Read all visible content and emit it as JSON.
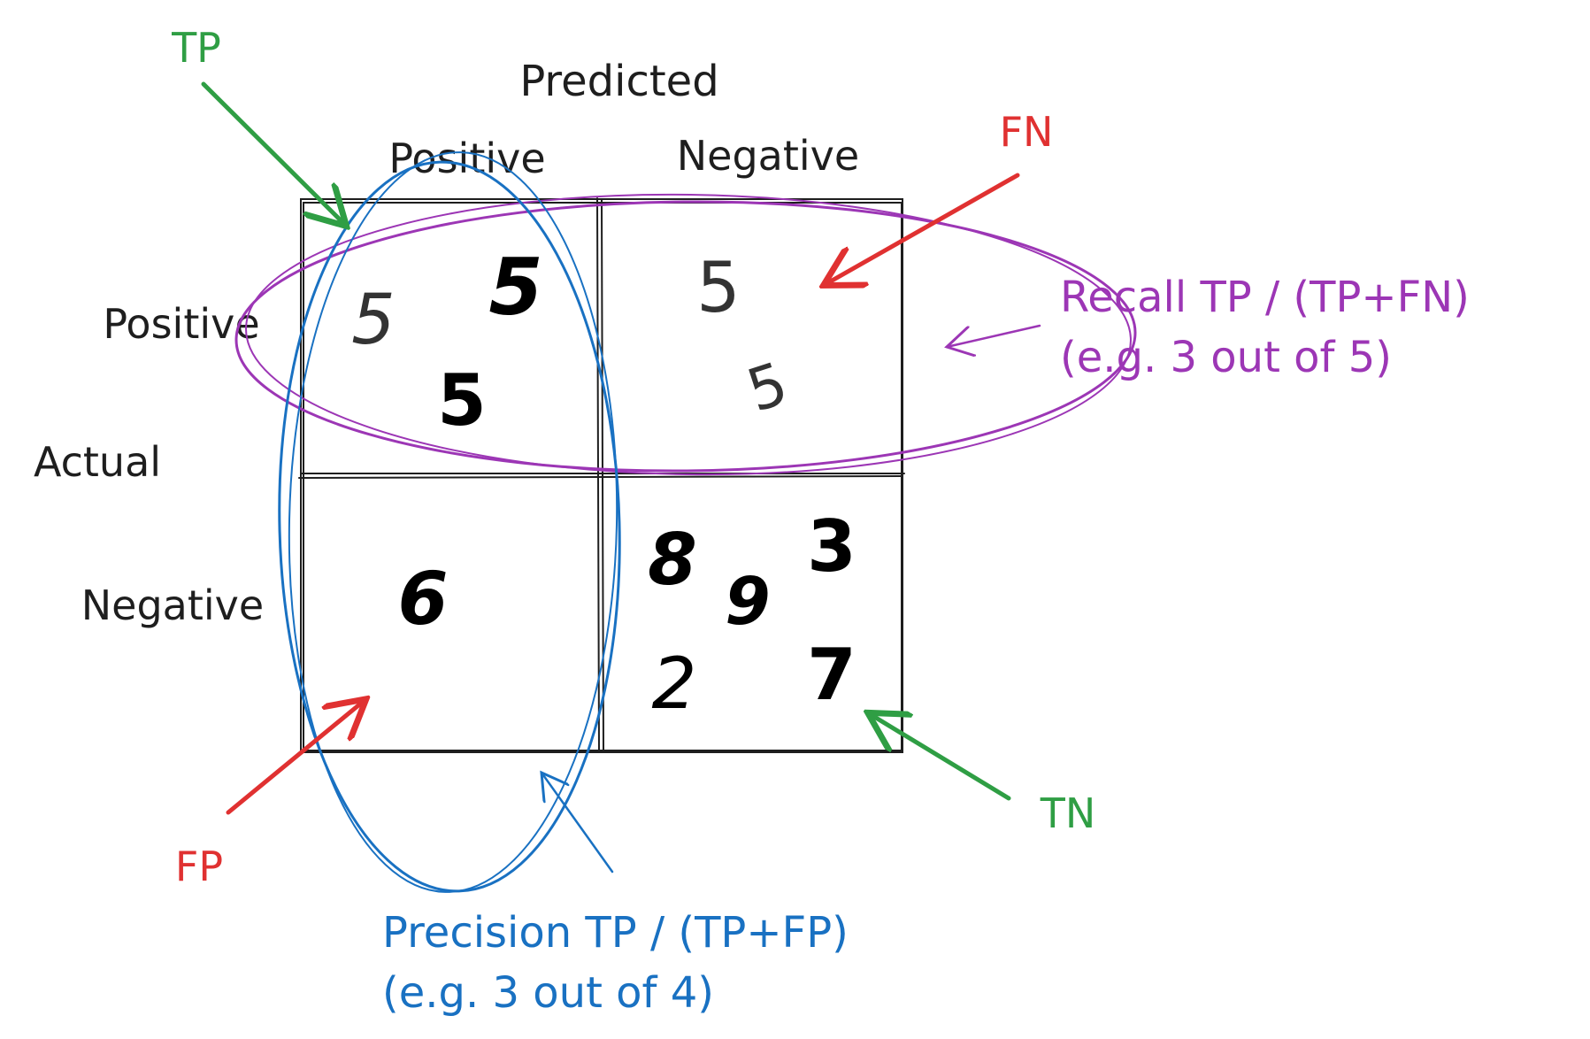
{
  "header": {
    "predicted": "Predicted",
    "col_positive": "Positive",
    "col_negative": "Negative",
    "actual": "Actual",
    "row_positive": "Positive",
    "row_negative": "Negative"
  },
  "cells": {
    "tp_digits": [
      "5",
      "5",
      "5"
    ],
    "fn_digits": [
      "5",
      "5"
    ],
    "fp_digits": [
      "6"
    ],
    "tn_digits": [
      "8",
      "3",
      "9",
      "2",
      "7"
    ]
  },
  "labels": {
    "tp": "TP",
    "fn": "FN",
    "fp": "FP",
    "tn": "TN"
  },
  "recall": {
    "line1": "Recall TP / (TP+FN)",
    "line2": "(e.g. 3 out of 5)"
  },
  "precision": {
    "line1": "Precision TP / (TP+FP)",
    "line2": "(e.g. 3 out of 4)"
  },
  "colors": {
    "ink": "#1e1e1e",
    "green": "#2f9e44",
    "red": "#e03131",
    "purple": "#9c36b5",
    "blue": "#1971c2"
  }
}
